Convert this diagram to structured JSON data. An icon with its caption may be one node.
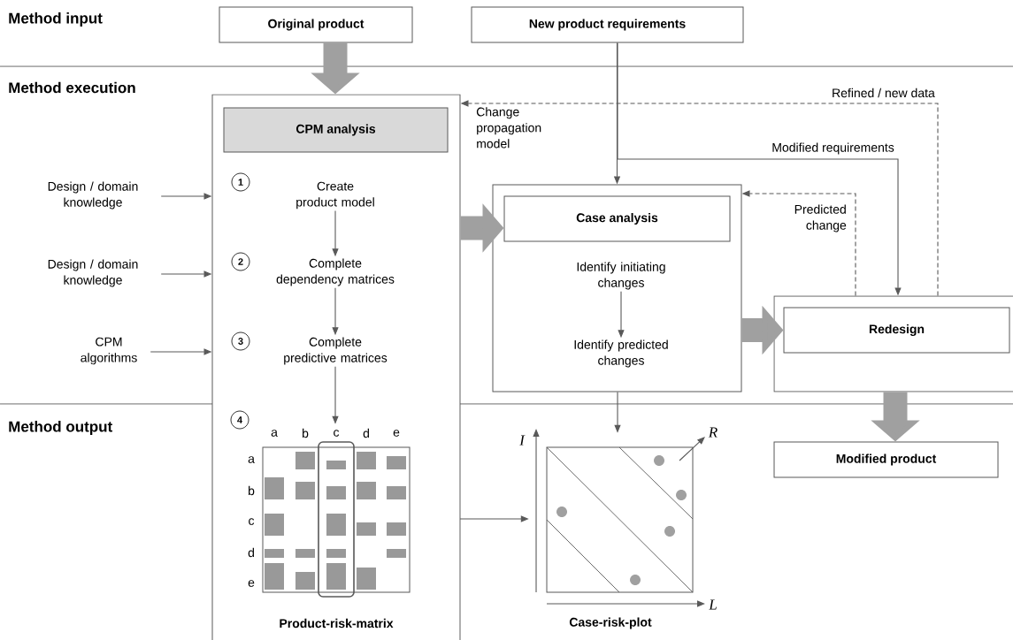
{
  "diagram": {
    "nodes": [
      {
        "text": [
          "Original product"
        ]
      },
      {
        "text": [
          "New product requirements"
        ]
      },
      {
        "text": [],
        "shape": "box"
      },
      {
        "text": [
          "CPM analysis"
        ],
        "in": 2
      },
      {
        "text": [
          "Create product model"
        ],
        "in": 2
      },
      {
        "text": [
          "Complete dependency matrices"
        ],
        "in": 2
      },
      {
        "text": [
          "Complete predictive matrices"
        ],
        "in": 2
      },
      {
        "text": [],
        "shape": "picture",
        "in": 2,
        "beside": [
          "Product-risk-matrix"
        ]
      },
      {
        "text": [
          "Design / domain knowledge"
        ]
      },
      {
        "text": [
          "Design / domain knowledge"
        ]
      },
      {
        "text": [
          "CPM algorithms"
        ]
      },
      {
        "text": [],
        "shape": "box"
      },
      {
        "text": [
          "Case analysis"
        ],
        "in": 11
      },
      {
        "text": [
          "Identify initiating changes"
        ],
        "in": 11
      },
      {
        "text": [
          "Identify predicted changes"
        ],
        "in": 11
      },
      {
        "text": [],
        "shape": "box"
      },
      {
        "text": [
          "Redesign"
        ],
        "in": 15
      },
      {
        "text": [
          "Modified product"
        ]
      },
      {
        "text": [],
        "shape": "picture",
        "beside": [
          "Case-risk-plot"
        ]
      }
    ],
    "edges": [
      {
        "from": 0,
        "to": 2,
        "arrow": "to",
        "style": "thick",
        "color": "#a0a0a0"
      },
      {
        "from": 1,
        "to": 11,
        "arrow": "to"
      },
      {
        "from": 1,
        "to": 15,
        "arrow": "to",
        "label": "Modified requirements"
      },
      {
        "from": 15,
        "to": 2,
        "arrow": "to",
        "style": "dashed",
        "label": "Refined / new data"
      },
      {
        "from": 15,
        "to": 11,
        "arrow": "to",
        "style": "dashed",
        "label": "Predicted change"
      },
      {
        "from": 2,
        "to": 12,
        "arrow": "to",
        "style": "thick",
        "color": "#a0a0a0"
      },
      {
        "from": 11,
        "to": 16,
        "arrow": "to",
        "style": "thick",
        "color": "#a0a0a0"
      },
      {
        "from": 15,
        "to": 17,
        "arrow": "to",
        "style": "thick",
        "color": "#a0a0a0"
      },
      {
        "from": 8,
        "to": 2,
        "arrow": "to"
      },
      {
        "from": 9,
        "to": 2,
        "arrow": "to"
      },
      {
        "from": 10,
        "to": 2,
        "arrow": "to"
      },
      {
        "from": 4,
        "to": 5,
        "arrow": "to"
      },
      {
        "from": 5,
        "to": 6,
        "arrow": "to"
      },
      {
        "from": 6,
        "to": 7,
        "arrow": "to"
      },
      {
        "from": 13,
        "to": 14,
        "arrow": "to"
      },
      {
        "from": 11,
        "to": 18,
        "arrow": "to"
      },
      {
        "from": 7,
        "to": 18,
        "arrow": "to"
      }
    ],
    "labels": [
      "Method input",
      "Method execution",
      "Change propagation model",
      "Method output",
      "R",
      "I",
      "a",
      "b",
      "c",
      "d",
      "e",
      "a",
      "b",
      "c",
      "d",
      "e",
      "L",
      "1",
      "2",
      "3",
      "4"
    ]
  }
}
